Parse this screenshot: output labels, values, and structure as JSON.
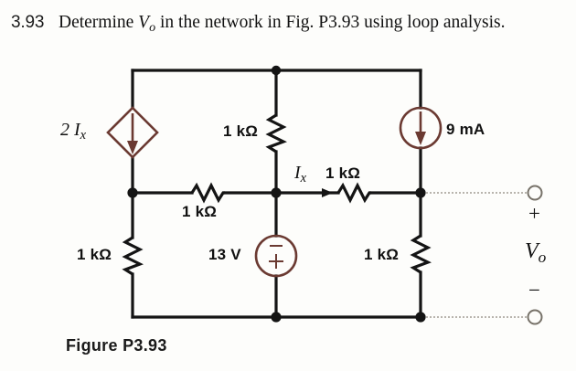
{
  "problem": {
    "number": "3.93",
    "text_before_symbol": "Determine ",
    "symbol": "V",
    "symbol_subscript": "o",
    "text_after_symbol": " in the network in Fig. P3.93 using loop analysis.",
    "full_text": "3.93 Determine Vo in the network in Fig. P3.93 using loop analysis."
  },
  "figure": {
    "caption": "Figure P3.93"
  },
  "colors": {
    "wire": "#141414",
    "source": "#6b3a32",
    "background": "#fdfdfb",
    "terminal_lead": "#b8b4ad"
  },
  "circuit": {
    "labels": {
      "dependent_source": "2 I",
      "dependent_source_subscript": "x",
      "dependent_source_full": "2 Ix",
      "resistor_top": "1 kΩ",
      "current_ix": "I",
      "current_ix_subscript": "x",
      "current_ix_full": "Ix",
      "resistor_ix_branch": "1 kΩ",
      "current_source": "9 mA",
      "resistor_middle": "1 kΩ",
      "resistor_left": "1 kΩ",
      "voltage_source": "13 V",
      "resistor_right": "1 kΩ",
      "terminal_plus": "+",
      "output_voltage": "V",
      "output_voltage_subscript": "o",
      "output_voltage_full": "Vo",
      "terminal_minus": "−"
    },
    "components": [
      {
        "id": "dependent-current-source",
        "type": "diamond-current-source",
        "value": "2 Ix",
        "arrow": "down"
      },
      {
        "id": "resistor-top",
        "type": "resistor",
        "value": "1 kΩ",
        "orientation": "vertical"
      },
      {
        "id": "independent-current-source",
        "type": "circle-current-source",
        "value": "9 mA",
        "arrow": "down"
      },
      {
        "id": "resistor-ix-branch",
        "type": "resistor",
        "value": "1 kΩ",
        "orientation": "horizontal"
      },
      {
        "id": "resistor-middle",
        "type": "resistor",
        "value": "1 kΩ",
        "orientation": "horizontal"
      },
      {
        "id": "resistor-left",
        "type": "resistor",
        "value": "1 kΩ",
        "orientation": "vertical"
      },
      {
        "id": "voltage-source",
        "type": "circle-voltage-source",
        "value": "13 V",
        "polarity_top": "−",
        "polarity_bottom": "+"
      },
      {
        "id": "resistor-right",
        "type": "resistor",
        "value": "1 kΩ",
        "orientation": "vertical"
      }
    ]
  }
}
